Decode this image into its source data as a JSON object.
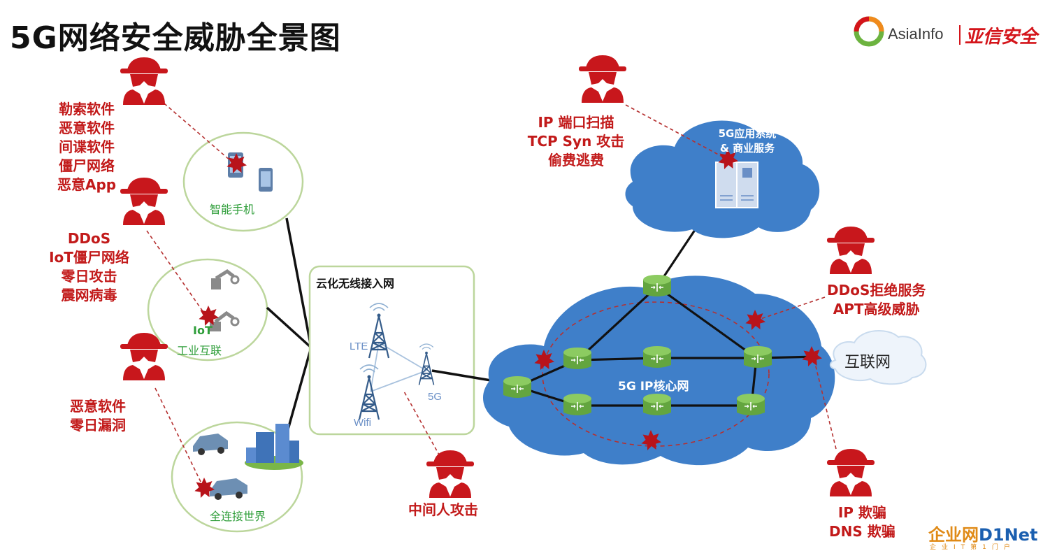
{
  "title": "5G网络安全威胁全景图",
  "logo": {
    "brand_en": "AsiaInfo",
    "brand_cn": "亚信安全"
  },
  "devices": {
    "smartphone": "智能手机",
    "iot_line1": "IoT",
    "iot_line2": "工业互联",
    "connected_world": "全连接世界"
  },
  "ran": {
    "title": "云化无线接入网",
    "lte": "LTE",
    "wifi": "Wifi",
    "g5": "5G"
  },
  "core": {
    "label": "5G IP核心网"
  },
  "app_cloud": {
    "line1": "5G应用系统",
    "line2": "& 商业服务"
  },
  "internet": "互联网",
  "threats": {
    "phone": [
      "勒索软件",
      "恶意软件",
      "间谍软件",
      "僵尸网络",
      "恶意App"
    ],
    "iot": [
      "DDoS",
      "IoT僵尸网络",
      "零日攻击",
      "震网病毒"
    ],
    "world": [
      "恶意软件",
      "零日漏洞"
    ],
    "app": [
      "IP 端口扫描",
      "TCP Syn 攻击",
      "偷费逃费"
    ],
    "core": [
      "DDoS拒绝服务",
      "APT高级威胁"
    ],
    "mitm": [
      "中间人攻击"
    ],
    "spoof": [
      "IP 欺骗",
      "DNS 欺骗"
    ]
  },
  "watermark": {
    "main_a": "企业网",
    "main_b": "D1Net",
    "sub": "企业IT第1门户"
  },
  "colors": {
    "threat": "#c21a1a",
    "device_label": "#2f9e3a",
    "cloud": "#3f7fc9",
    "node": "#6aa84f"
  }
}
